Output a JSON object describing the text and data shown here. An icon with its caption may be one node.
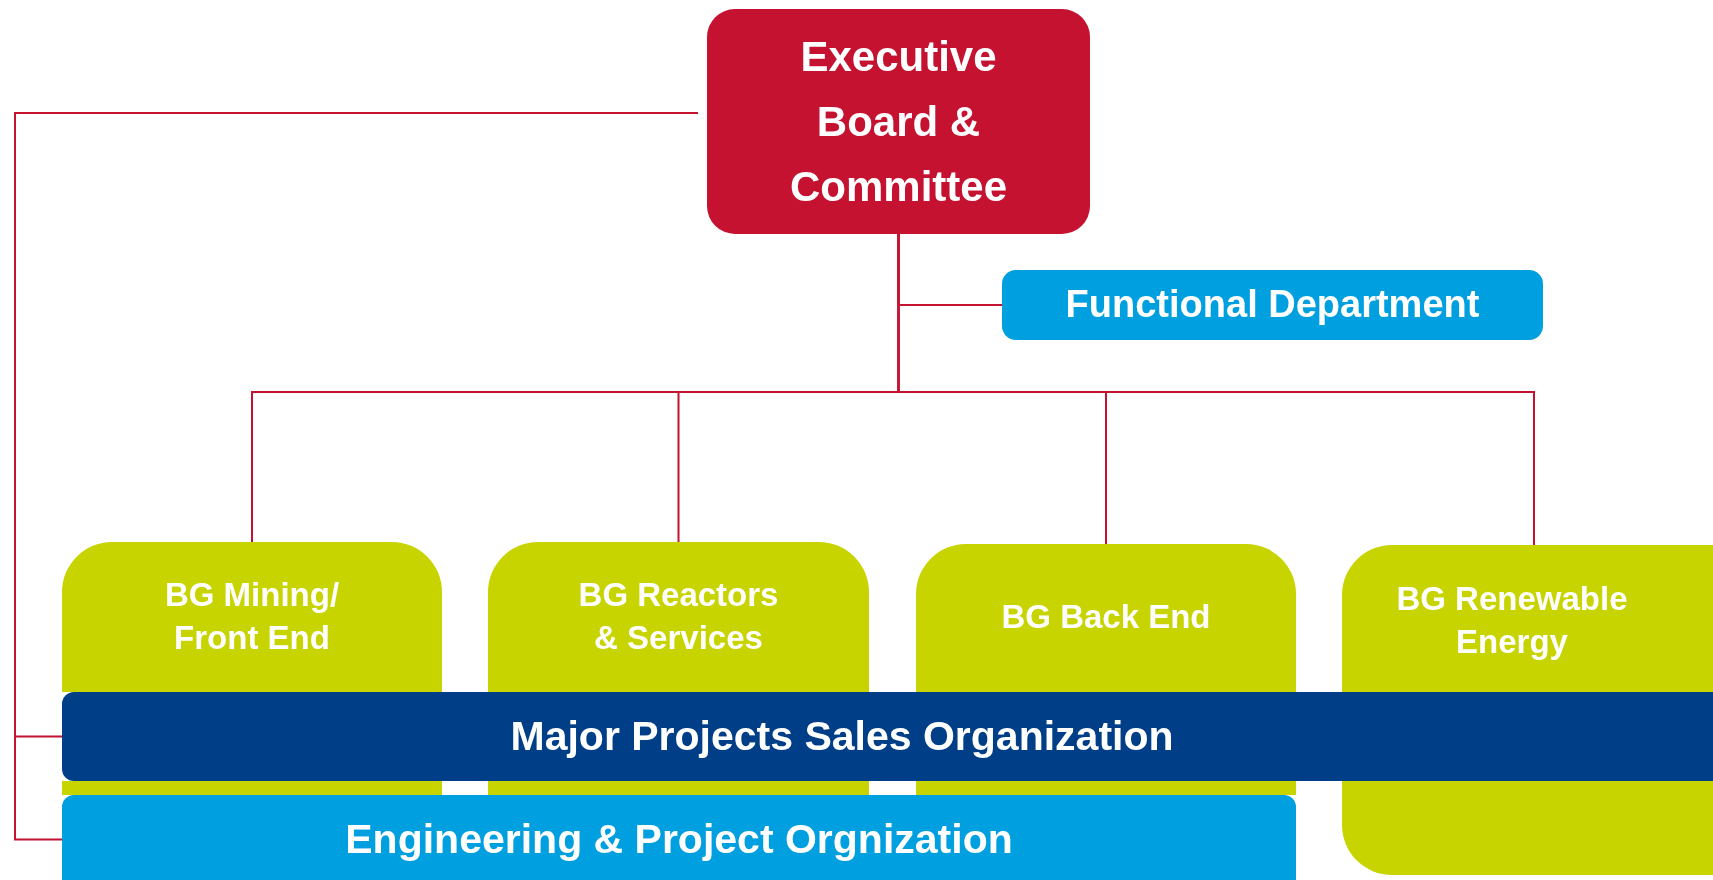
{
  "diagram": {
    "nodes": [
      {
        "text": [
          "Executive Board & Committee"
        ]
      },
      {
        "text": [
          "Functional Department"
        ]
      },
      {
        "text": [
          "BG Mining/ Front End"
        ]
      },
      {
        "text": [
          "BG Reactors & Services"
        ]
      },
      {
        "text": [
          "BG Back End"
        ]
      },
      {
        "text": [
          "BG Renewable Energy"
        ]
      },
      {
        "text": [
          "Major Projects Sales Organization"
        ]
      },
      {
        "text": [
          "Engineering & Project Orgnization"
        ]
      }
    ],
    "edges": [
      {
        "from": 0,
        "to": 1,
        "arrow": "none"
      },
      {
        "from": 0,
        "to": 2,
        "arrow": "none"
      },
      {
        "from": 0,
        "to": 3,
        "arrow": "none"
      },
      {
        "from": 0,
        "to": 4,
        "arrow": "none"
      },
      {
        "from": 0,
        "to": 5,
        "arrow": "none"
      },
      {
        "from": 0,
        "to": 6,
        "arrow": "none"
      },
      {
        "from": 0,
        "to": 7,
        "arrow": "none"
      }
    ]
  }
}
